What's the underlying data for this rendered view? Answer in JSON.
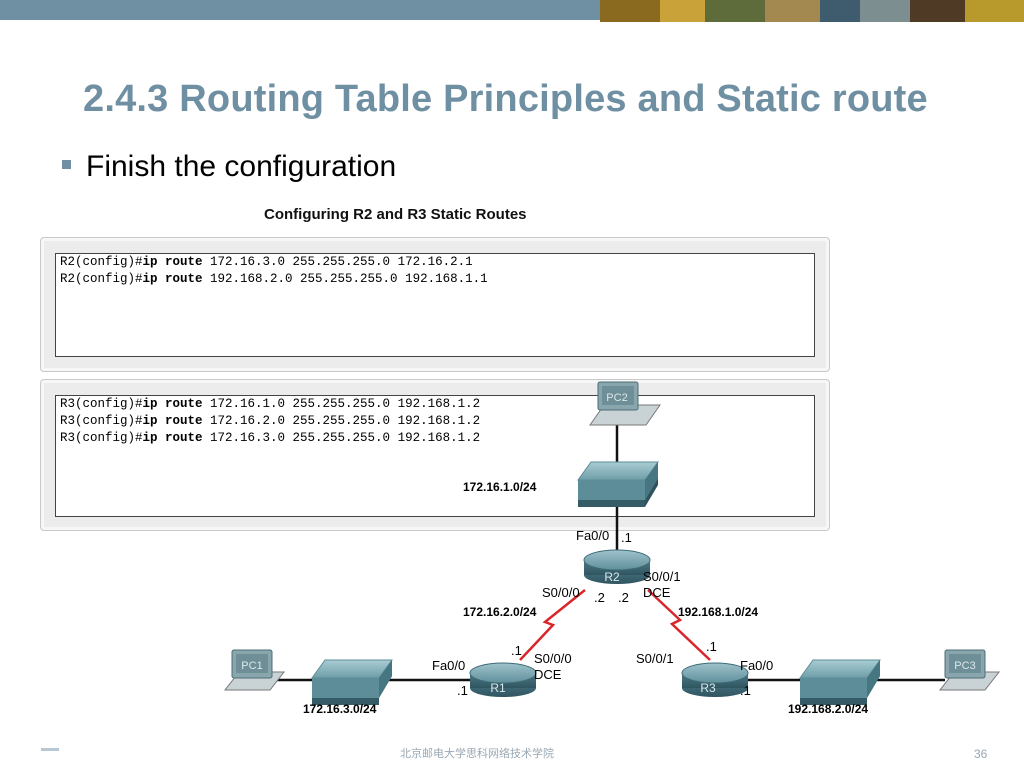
{
  "slide": {
    "title": "2.4.3 Routing Table Principles and Static route",
    "bullet": "Finish the configuration",
    "figure_caption": "Configuring R2 and R3 Static Routes",
    "footer_center": "北京邮电大学思科网络技术学院",
    "page_number": "36",
    "colors": {
      "accent": "#6f8fa3",
      "link": "#d9262a"
    }
  },
  "r2_panel": {
    "lines": [
      {
        "prompt": "R2(config)#",
        "cmd": "ip route",
        "args": " 172.16.3.0 255.255.255.0 172.16.2.1"
      },
      {
        "prompt": "R2(config)#",
        "cmd": "ip route",
        "args": " 192.168.2.0 255.255.255.0 192.168.1.1"
      }
    ]
  },
  "r3_panel": {
    "lines": [
      {
        "prompt": "R3(config)#",
        "cmd": "ip route",
        "args": " 172.16.1.0 255.255.255.0 192.168.1.2"
      },
      {
        "prompt": "R3(config)#",
        "cmd": "ip route",
        "args": " 172.16.2.0 255.255.255.0 192.168.1.2"
      },
      {
        "prompt": "R3(config)#",
        "cmd": "ip route",
        "args": " 172.16.3.0 255.255.255.0 192.168.1.2"
      }
    ]
  },
  "topology": {
    "devices": [
      {
        "name": "PC2",
        "type": "pc"
      },
      {
        "name": "R2",
        "type": "router"
      },
      {
        "name": "R1",
        "type": "router"
      },
      {
        "name": "R3",
        "type": "router"
      },
      {
        "name": "PC1",
        "type": "pc"
      },
      {
        "name": "PC3",
        "type": "pc"
      }
    ],
    "networks": {
      "lan_r2": "172.16.1.0/24",
      "wan_r1_r2": "172.16.2.0/24",
      "wan_r2_r3": "192.168.1.0/24",
      "lan_r1": "172.16.3.0/24",
      "lan_r3": "192.168.2.0/24"
    },
    "interfaces": {
      "r2_fa": "Fa0/0",
      "r2_fa_host": ".1",
      "r2_s000": "S0/0/0",
      "r2_s000_host": ".2",
      "r2_s001": "S0/0/1",
      "r2_s001_dce": "DCE",
      "r2_s001_host": ".2",
      "r1_fa": "Fa0/0",
      "r1_fa_host": ".1",
      "r1_s000": "S0/0/0",
      "r1_s000_dce": "DCE",
      "r1_s000_host": ".1",
      "r3_s001": "S0/0/1",
      "r3_s001_host": ".1",
      "r3_fa": "Fa0/0",
      "r3_fa_host": ".1"
    }
  }
}
